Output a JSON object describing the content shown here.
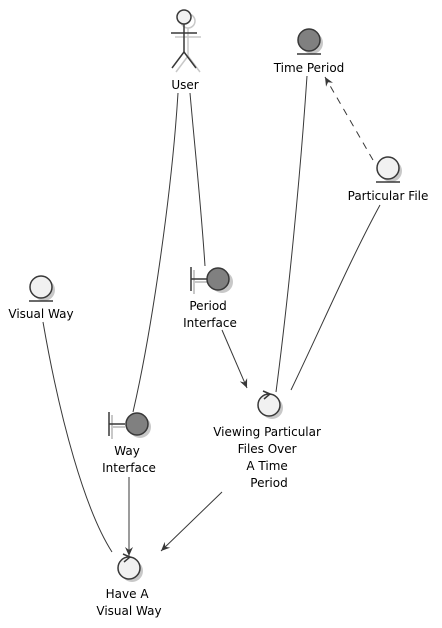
{
  "nodes": {
    "user": {
      "label": [
        "User"
      ]
    },
    "time_period": {
      "label": [
        "Time Period"
      ]
    },
    "particular_file": {
      "label": [
        "Particular File"
      ]
    },
    "period_interface": {
      "label": [
        "Period",
        "Interface"
      ]
    },
    "visual_way": {
      "label": [
        "Visual Way"
      ]
    },
    "viewing_files": {
      "label": [
        "Viewing Particular",
        "Files Over",
        "A Time",
        "Period"
      ]
    },
    "way_interface": {
      "label": [
        "Way",
        "Interface"
      ]
    },
    "have_visual_way": {
      "label": [
        "Have A",
        "Visual Way"
      ]
    }
  },
  "colors": {
    "line": "#383838",
    "node_fill_dark": "#808080",
    "node_fill_light": "#f1f1f1",
    "shadow": "#c8c8c8"
  },
  "icons": {
    "user": "actor-icon",
    "time_period": "entity-icon",
    "particular_file": "entity-icon",
    "period_interface": "boundary-icon",
    "visual_way": "entity-icon",
    "viewing_files": "control-icon",
    "way_interface": "boundary-icon",
    "have_visual_way": "control-icon"
  }
}
